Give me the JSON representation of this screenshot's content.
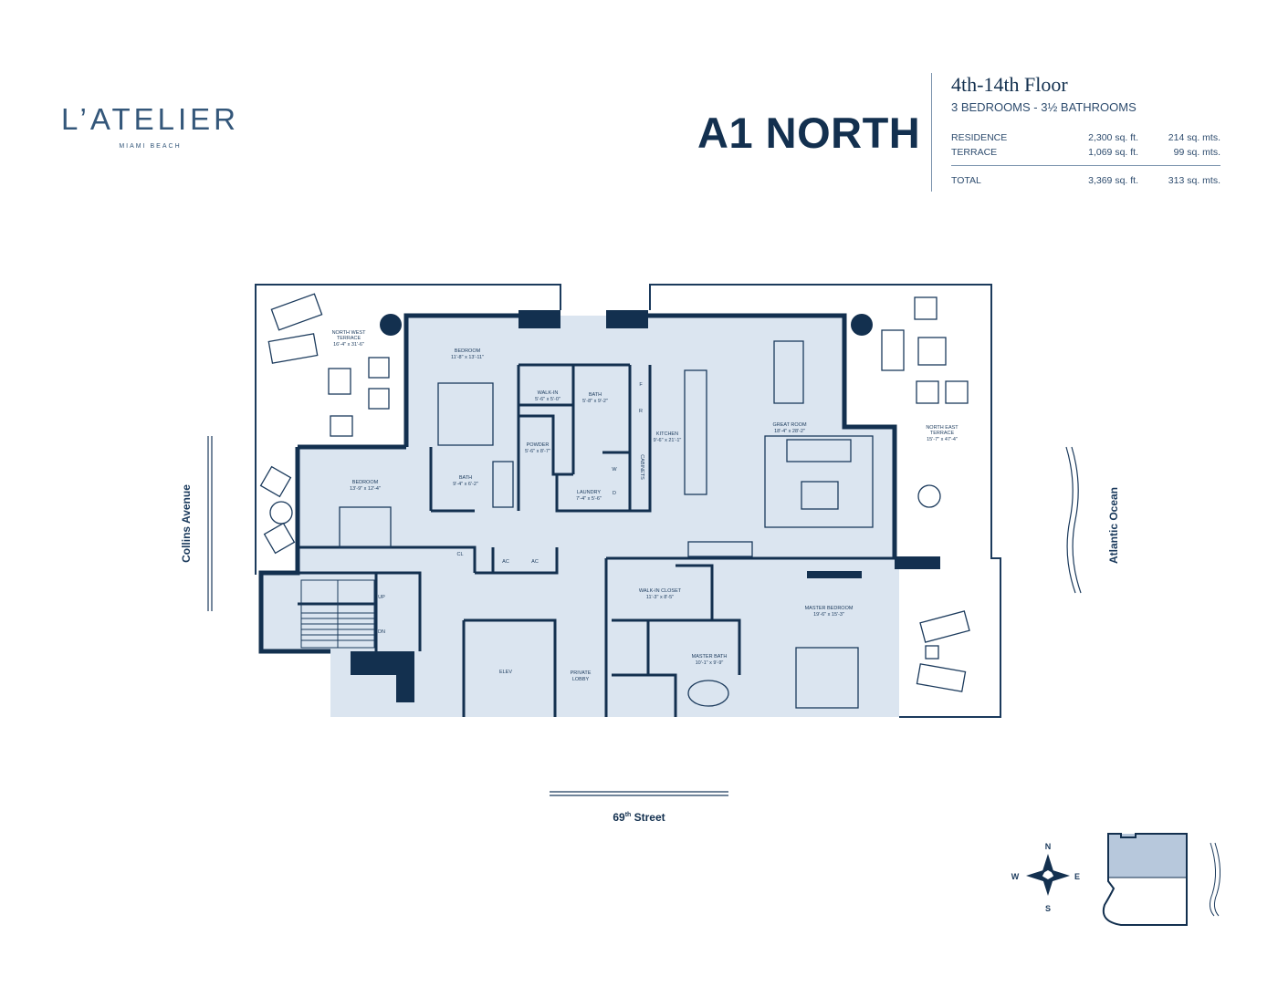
{
  "brand": {
    "name": "L’ATELIER",
    "location": "MIAMI BEACH"
  },
  "unit": {
    "title": "A1 NORTH",
    "floors": "4th-14th Floor",
    "rooms": "3 BEDROOMS - 3½ BATHROOMS"
  },
  "areas": [
    {
      "label": "RESIDENCE",
      "sqft": "2,300 sq. ft.",
      "mts": "214 sq. mts."
    },
    {
      "label": "TERRACE",
      "sqft": "1,069 sq. ft.",
      "mts": "99 sq. mts."
    }
  ],
  "total": {
    "label": "TOTAL",
    "sqft": "3,369 sq. ft.",
    "mts": "313 sq. mts."
  },
  "streets": {
    "west": "Collins Avenue",
    "east": "Atlantic Ocean",
    "south_base": "69",
    "south_sup": "th",
    "south_rest": " Street"
  },
  "compass": {
    "n": "N",
    "s": "S",
    "e": "E",
    "w": "W"
  },
  "rooms": {
    "nw_terrace": {
      "name": "NORTH WEST",
      "name2": "TERRACE",
      "dim": "16'-4\" x 31'-6\""
    },
    "bedroom_n": {
      "name": "BEDROOM",
      "dim": "11'-8\" x 13'-11\""
    },
    "walkin_n": {
      "name": "WALK-IN",
      "dim": "5'-6\" x 5'-0\""
    },
    "bath_n": {
      "name": "BATH",
      "dim": "5'-8\" x 9'-2\""
    },
    "powder": {
      "name": "POWDER",
      "dim": "5'-6\" x 8'-7\""
    },
    "laundry": {
      "name": "LAUNDRY",
      "dim": "7'-4\" x 5'-6\""
    },
    "kitchen": {
      "name": "KITCHEN",
      "dim": "9'-6\" x 21'-1\""
    },
    "cabinets": {
      "name": "CABINETS"
    },
    "great_room": {
      "name": "GREAT ROOM",
      "dim": "18'-4\" x 28'-2\""
    },
    "ne_terrace": {
      "name": "NORTH EAST",
      "name2": "TERRACE",
      "dim": "15'-7\" x 47'-4\""
    },
    "bedroom_w": {
      "name": "BEDROOM",
      "dim": "13'-9\" x 12'-4\""
    },
    "bath_w": {
      "name": "BATH",
      "dim": "9'-4\" x 6'-2\""
    },
    "walkin_closet": {
      "name": "WALK-IN CLOSET",
      "dim": "11'-3\" x 8'-5\""
    },
    "master_bedroom": {
      "name": "MASTER BEDROOM",
      "dim": "19'-6\" x 15'-3\""
    },
    "master_bath": {
      "name": "MASTER BATH",
      "dim": "10'-1\" x 9'-9\""
    },
    "elev": {
      "name": "ELEV"
    },
    "lobby": {
      "name": "PRIVATE",
      "name2": "LOBBY"
    },
    "cl": {
      "name": "CL"
    },
    "ac": {
      "name": "AC"
    },
    "up": {
      "name": "UP"
    },
    "dn": {
      "name": "DN"
    },
    "f": {
      "name": "F"
    },
    "r": {
      "name": "R"
    },
    "w": {
      "name": "W"
    },
    "d": {
      "name": "D"
    }
  },
  "colors": {
    "navy": "#13304f",
    "fill": "#dbe5f0",
    "line": "#1b3a5c"
  }
}
